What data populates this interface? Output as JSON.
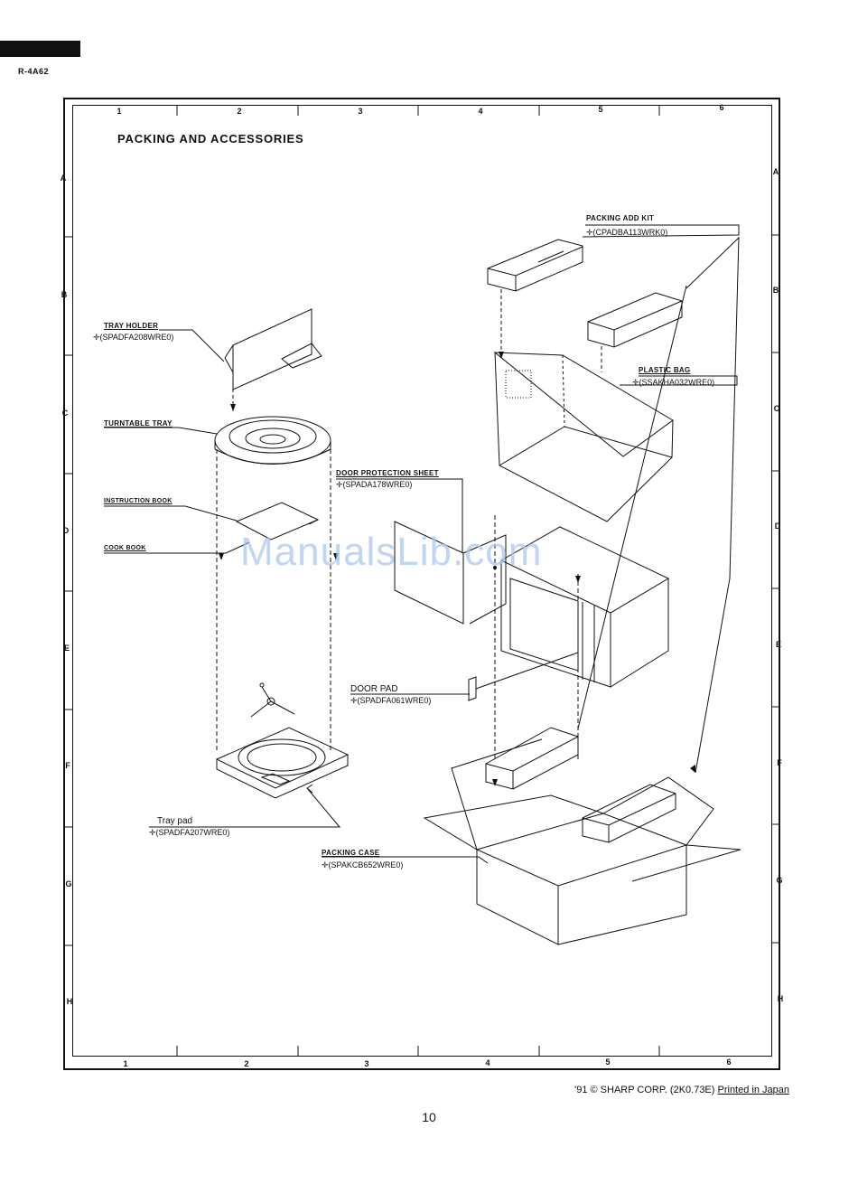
{
  "header": {
    "model": "R-4A62"
  },
  "title": "PACKING AND ACCESSORIES",
  "grid": {
    "columns": [
      "1",
      "2",
      "3",
      "4",
      "5",
      "6"
    ],
    "rows": [
      "A",
      "B",
      "C",
      "D",
      "E",
      "F",
      "G",
      "H"
    ]
  },
  "parts": {
    "packing_add_kit": {
      "name": "PACKING ADD KIT",
      "part_no": "✛(CPADBA113WRK0)"
    },
    "plastic_bag": {
      "name": "PLASTIC BAG",
      "part_no": "✛(SSAKHA032WRE0)"
    },
    "tray_holder": {
      "name": "TRAY HOLDER",
      "part_no": "✛(SPADFA208WRE0)"
    },
    "turntable_tray": {
      "name": "TURNTABLE TRAY"
    },
    "door_protection_sheet": {
      "name": "DOOR PROTECTION SHEET",
      "part_no": "✛(SPADA178WRE0)"
    },
    "instruction_book": {
      "name": "INSTRUCTION BOOK"
    },
    "cook_book": {
      "name": "COOK BOOK"
    },
    "door_pad": {
      "name": "DOOR PAD",
      "part_no": "✛(SPADFA061WRE0)"
    },
    "tray_pad": {
      "name": "Tray pad",
      "part_no": "✛(SPADFA207WRE0)"
    },
    "packing_case": {
      "name": "PACKING CASE",
      "part_no": "✛(SPAKCB652WRE0)"
    }
  },
  "watermark": "ManualsLib.com",
  "footer": {
    "copyright": "'91 © SHARP CORP. (2K0.73E)",
    "printed": "Printed in Japan"
  },
  "page_number": "10"
}
